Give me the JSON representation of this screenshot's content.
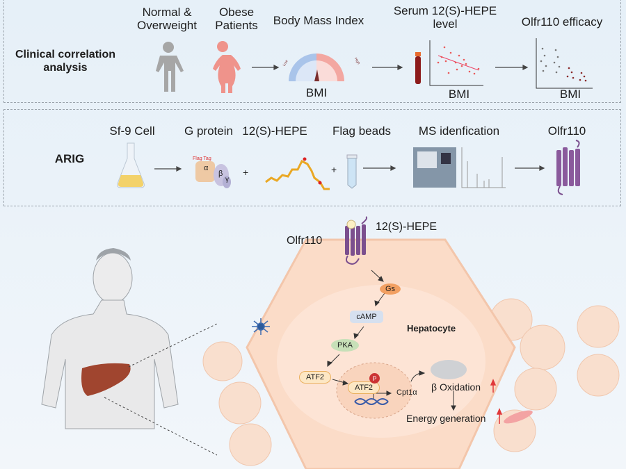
{
  "clinical": {
    "title": "Clinical correlation analysis",
    "normal": "Normal & Overweight",
    "obese": "Obese Patients",
    "bmi_title": "Body Mass Index",
    "gauge_low": "Low",
    "gauge_high": "High",
    "bmi_label": "BMI",
    "serum_title": "Serum 12(S)-HEPE level",
    "serum_xlabel": "BMI",
    "efficacy_title": "Olfr110 efficacy",
    "efficacy_xlabel": "BMI"
  },
  "arig": {
    "title": "ARIG",
    "steps": [
      "Sf-9 Cell",
      "G protein",
      "12(S)-HEPE",
      "Flag beads",
      "MS idenfication",
      "Olfr110"
    ],
    "flag_tag": "Flag Tag",
    "alpha": "α",
    "beta": "β",
    "gamma": "γ",
    "plus": "+"
  },
  "pathway": {
    "ligand": "12(S)-HEPE",
    "receptor": "Olfr110",
    "cell_label": "Hepatocyte",
    "gs": "Gs",
    "camp": "cAMP",
    "pka": "PKA",
    "atf2": "ATF2",
    "atf2_p": "ATF2",
    "phospho": "P",
    "gene": "Cpt1α",
    "beta_ox": "β Oxidation",
    "energy": "Energy generation"
  },
  "colors": {
    "accent_red": "#e0393b",
    "olfr": "#7b4f8e",
    "gs": "#f2a062",
    "camp": "#d6e0ef",
    "pka": "#c7e0b8",
    "atf2": "#fde7c4",
    "cell": "#fbdcc8"
  }
}
